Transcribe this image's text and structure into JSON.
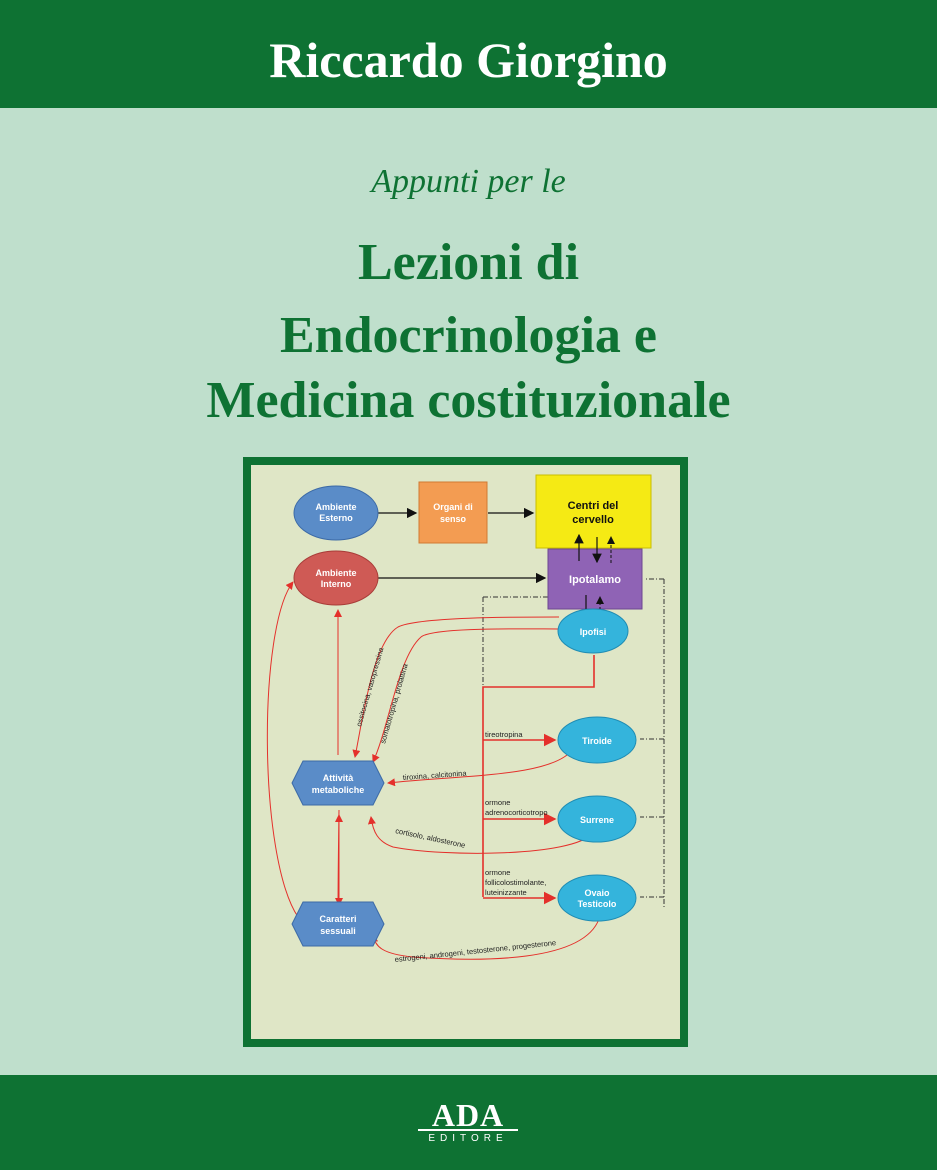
{
  "cover": {
    "author": "Riccardo Giorgino",
    "subtitle": "Appunti per le",
    "title_line1": "Lezioni di",
    "title_line2": "Endocrinologia e",
    "title_line3": "Medicina costituzionale",
    "colors": {
      "band": "#0e7233",
      "background": "#bfdfcc",
      "frame_fill": "#dfe6c6"
    }
  },
  "diagram": {
    "nodes": {
      "ambiente_esterno": [
        "Ambiente",
        "Esterno"
      ],
      "organi_di_senso": [
        "Organi di",
        "senso"
      ],
      "centri_del_cervello": [
        "Centri del",
        "cervello"
      ],
      "ambiente_interno": [
        "Ambiente",
        "Interno"
      ],
      "ipotalamo": "Ipotalamo",
      "ipofisi": "Ipofisi",
      "tiroide": "Tiroide",
      "surrene": "Surrene",
      "ovaio_testicolo": [
        "Ovaio",
        "Testicolo"
      ],
      "attivita_metaboliche": [
        "Attività",
        "metaboliche"
      ],
      "caratteri_sessuali": [
        "Caratteri",
        "sessuali"
      ]
    },
    "labels": {
      "tireotropina": "tireotropina",
      "acth": [
        "ormone",
        "adrenocorticotropo"
      ],
      "fsh_lh": [
        "ormone",
        "follicolostimolante,",
        "luteinizzante"
      ],
      "tiroxina": "tiroxina, calcitonina",
      "cortisolo": "cortisolo, aldosterone",
      "estrogeni": "estrogeni, androgeni, testosterone, progesterone",
      "ossitocina": "ossitocina, vasopressina",
      "somatotropina": "somatotropina, prolattina"
    },
    "colors": {
      "blue_node": "#5a8cc8",
      "orange_node": "#f39c52",
      "yellow_node": "#f5ea14",
      "red_node": "#cf5a55",
      "purple_node": "#8f63b5",
      "cyan_node": "#34b4dc",
      "red_arrow": "#e4302b"
    }
  },
  "publisher": {
    "logo_text": "ADA",
    "logo_sub": "EDITORE"
  }
}
